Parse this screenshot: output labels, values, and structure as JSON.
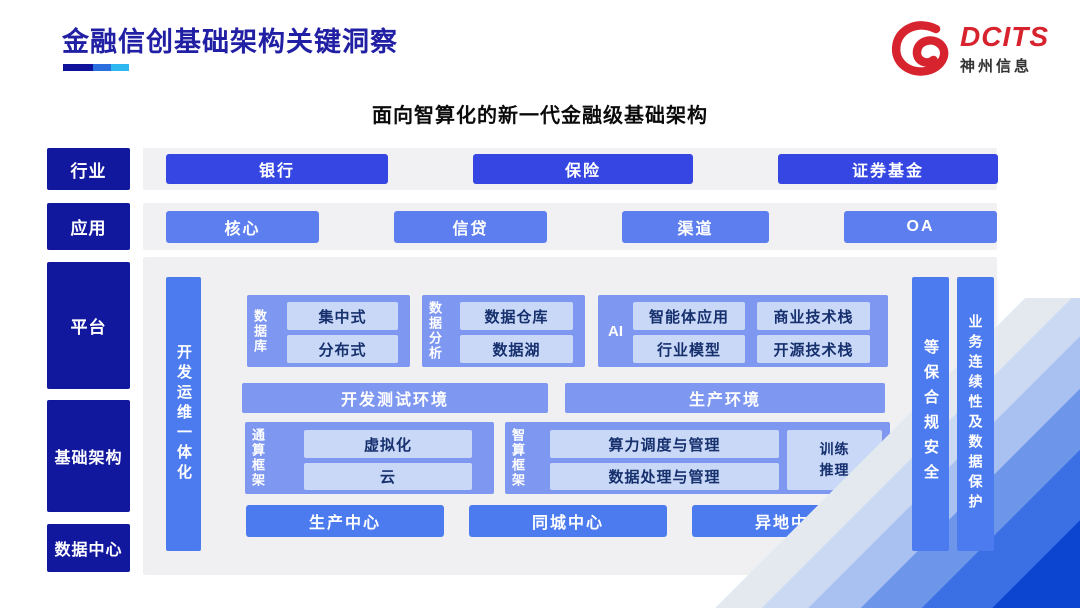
{
  "header": {
    "title": "金融信创基础架构关键洞察",
    "logo_brand": "DCITS",
    "logo_company": "神州信息"
  },
  "subtitle": "面向智算化的新一代金融级基础架构",
  "side_labels": {
    "industry": "行业",
    "application": "应用",
    "platform": "平台",
    "infrastructure": "基础架构",
    "datacenter": "数据中心"
  },
  "industry_row": {
    "items": [
      "银行",
      "保险",
      "证券基金"
    ]
  },
  "application_row": {
    "items": [
      "核心",
      "信贷",
      "渠道",
      "OA"
    ]
  },
  "panel": {
    "devops_bar": "开发运维一体化",
    "security_bar": "等保合规安全",
    "continuity_bar": "业务连续性及数据保护",
    "database_group": {
      "label": "数据库",
      "items": [
        "集中式",
        "分布式"
      ]
    },
    "analytics_group": {
      "label": "数据分析",
      "items": [
        "数据仓库",
        "数据湖"
      ]
    },
    "ai_group": {
      "label": "AI",
      "items": [
        "智能体应用",
        "商业技术栈",
        "行业模型",
        "开源技术栈"
      ]
    },
    "env_bars": [
      "开发测试环境",
      "生产环境"
    ],
    "general_framework": {
      "label": "通算框架",
      "items": [
        "虚拟化",
        "云"
      ]
    },
    "intelligent_framework": {
      "label": "智算框架",
      "items": [
        "算力调度与管理",
        "数据处理与管理"
      ],
      "side_box": "训练推理"
    },
    "centers": [
      "生产中心",
      "同城中心",
      "异地中心"
    ]
  },
  "colors": {
    "navy_label": "#12189e",
    "title_text": "#211fa3",
    "royal_button": "#3546e2",
    "mid_button": "#5c7eee",
    "azure_bar": "#4c7bf0",
    "periwinkle_group": "#7e97f1",
    "light_cell": "#c9d8f7",
    "cell_text": "#16306e",
    "strip_bg": "#f1f1f3",
    "logo_red": "#d7232e",
    "underline": [
      "#10129b",
      "#2b6fdf",
      "#2fb7f0"
    ],
    "corner_stripes": [
      "#0b45d0",
      "#3a70e3",
      "#6d96ea",
      "#a9c1f0",
      "#ccd9f3",
      "#e4e8ef"
    ]
  }
}
